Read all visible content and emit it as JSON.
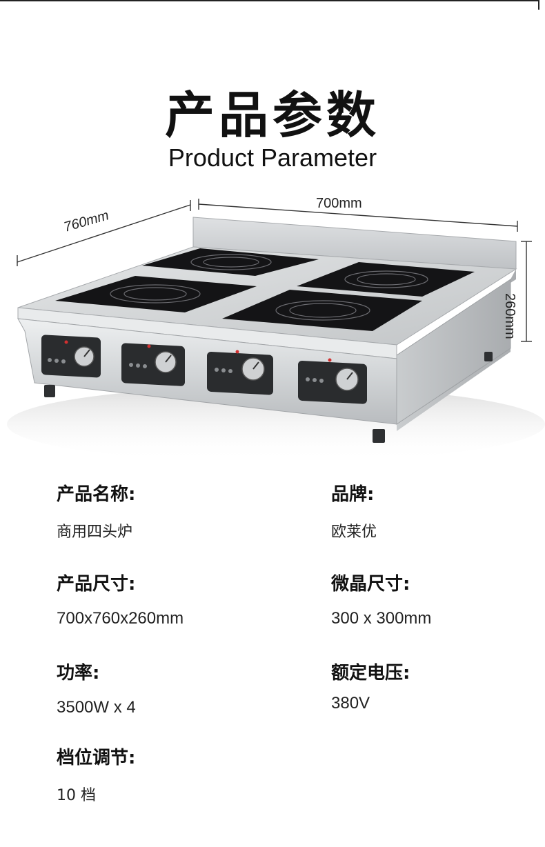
{
  "header": {
    "title_zh": "产品参数",
    "title_en": "Product Parameter"
  },
  "dimensions": {
    "depth": "760mm",
    "width": "700mm",
    "height": "260mm"
  },
  "specs": {
    "name_label": "产品名称:",
    "name_value": "商用四头炉",
    "brand_label": "品牌:",
    "brand_value": "欧莱优",
    "size_label": "产品尺寸:",
    "size_value": "700x760x260mm",
    "crystal_label": "微晶尺寸:",
    "crystal_value": "300 x 300mm",
    "power_label": "功率:",
    "power_value": "3500W x 4",
    "voltage_label": "额定电压:",
    "voltage_value": "380V",
    "gear_label": "档位调节:",
    "gear_value": "10 档"
  },
  "colors": {
    "steel": "#cfd2d4",
    "glass": "#141416",
    "panel": "#2a2c2e",
    "accent_red": "#d23030"
  }
}
